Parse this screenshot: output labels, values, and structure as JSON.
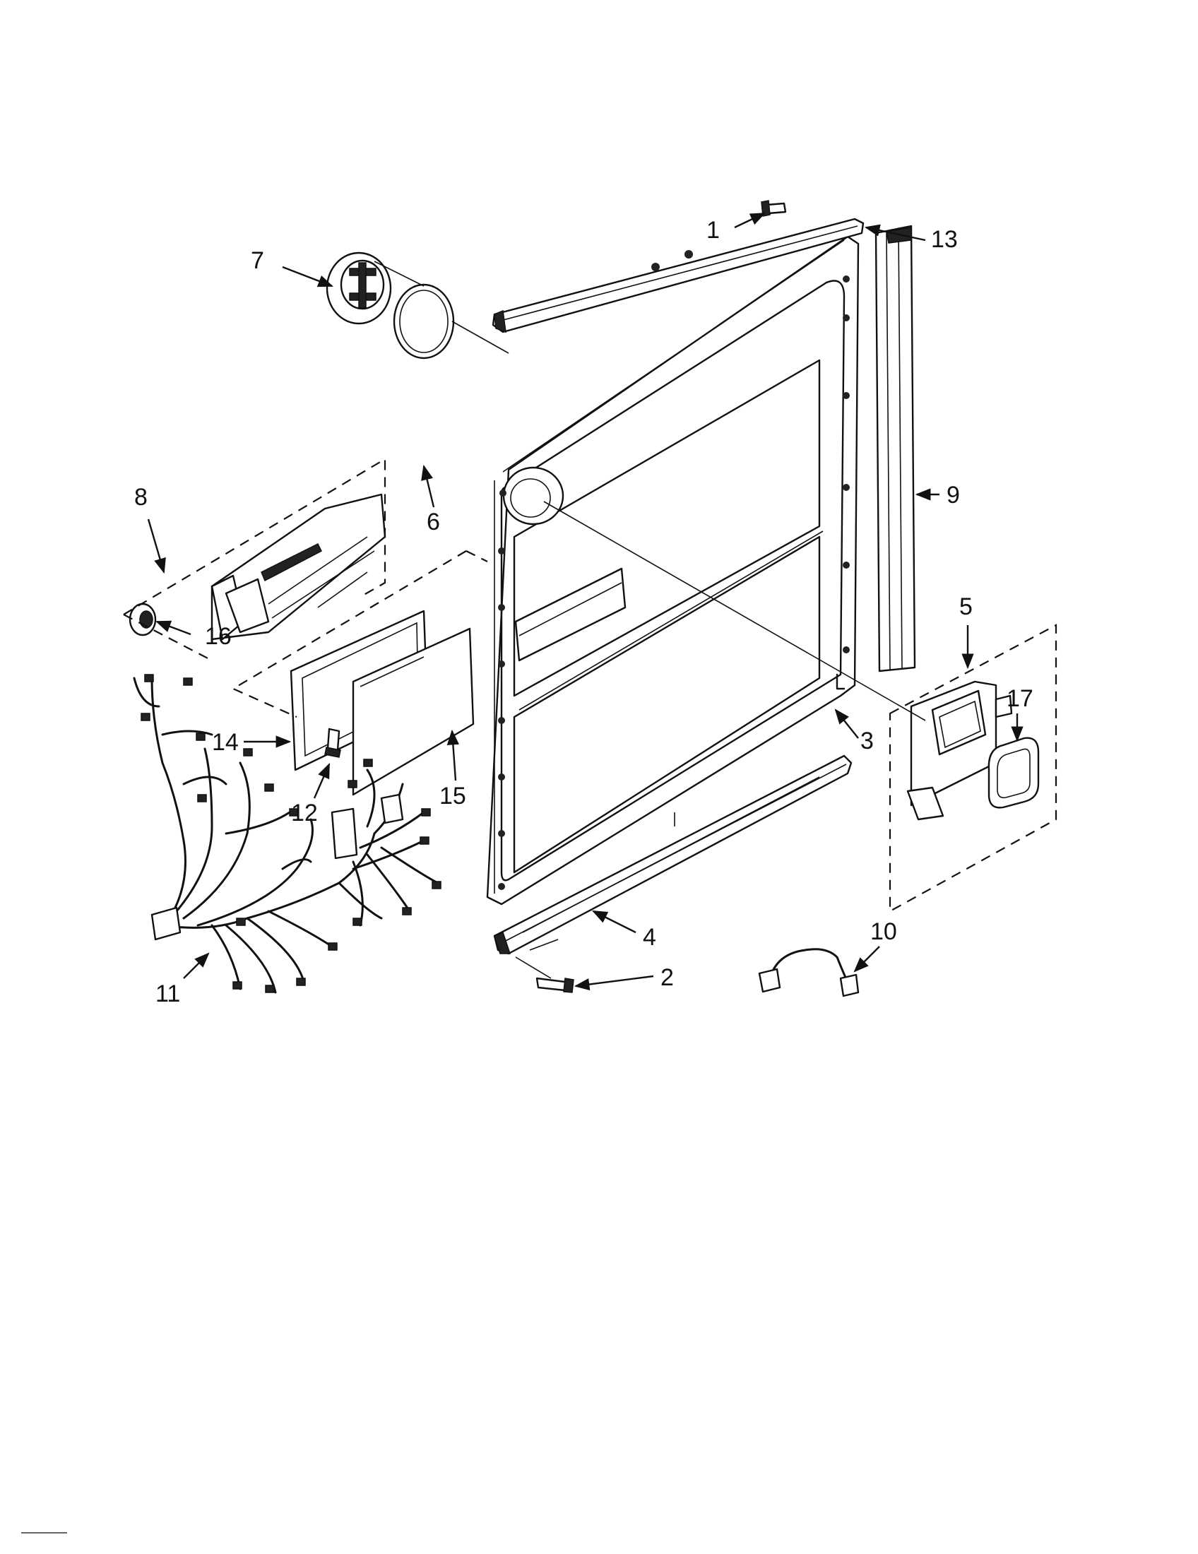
{
  "diagram": {
    "callouts": [
      {
        "id": "c1",
        "text": "1"
      },
      {
        "id": "c2",
        "text": "2"
      },
      {
        "id": "c3",
        "text": "3"
      },
      {
        "id": "c4",
        "text": "4"
      },
      {
        "id": "c5",
        "text": "5"
      },
      {
        "id": "c6",
        "text": "6"
      },
      {
        "id": "c7",
        "text": "7"
      },
      {
        "id": "c8",
        "text": "8"
      },
      {
        "id": "c9",
        "text": "9"
      },
      {
        "id": "c10",
        "text": "10"
      },
      {
        "id": "c11",
        "text": "11"
      },
      {
        "id": "c12",
        "text": "12"
      },
      {
        "id": "c13",
        "text": "13"
      },
      {
        "id": "c14",
        "text": "14"
      },
      {
        "id": "c15",
        "text": "15"
      },
      {
        "id": "c16",
        "text": "16"
      },
      {
        "id": "c17",
        "text": "17"
      }
    ]
  }
}
